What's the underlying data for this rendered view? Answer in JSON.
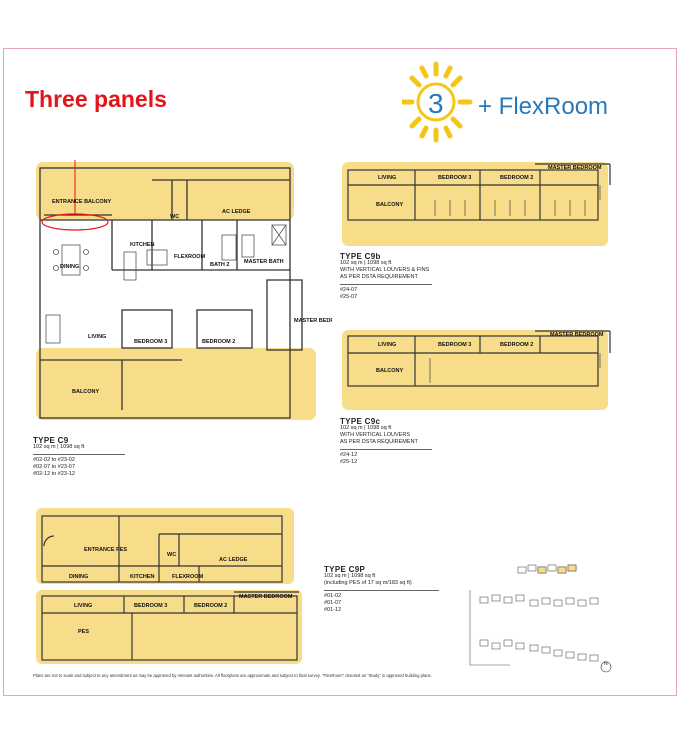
{
  "annotation": "Three panels",
  "logo": {
    "number": "3",
    "text": "+ FlexRoom"
  },
  "labels": {
    "entrance_balcony": "ENTRANCE BALCONY",
    "wc": "WC",
    "ac_ledge": "AC LEDGE",
    "kitchen": "KITCHEN",
    "dining": "DINING",
    "flexroom": "FLEXROOM",
    "bath2": "BATH 2",
    "master_bath": "MASTER BATH",
    "master_bedroom": "MASTER BEDROOM",
    "living": "LIVING",
    "bedroom3": "BEDROOM 3",
    "bedroom2": "BEDROOM 2",
    "balcony": "BALCONY",
    "entrance_pes": "ENTRANCE PES",
    "pes": "PES"
  },
  "types": {
    "c9": {
      "name": "TYPE C9",
      "area": "102 sq m | 1098 sq ft",
      "units": [
        "#02-02 to #23-02",
        "#02-07 to #23-07",
        "#02-12 to #23-12"
      ]
    },
    "c9b": {
      "name": "TYPE C9b",
      "area": "102 sq m | 1098 sq ft",
      "desc": [
        "WITH VERTICAL LOUVERS & FINS",
        "AS PER DSTA REQUIREMENT"
      ],
      "units": [
        "#24-07",
        "#25-07"
      ]
    },
    "c9c": {
      "name": "TYPE C9c",
      "area": "102 sq m | 1098 sq ft",
      "desc": [
        "WITH VERTICAL LOUVERS",
        "AS PER DSTA REQUIREMENT"
      ],
      "units": [
        "#24-12",
        "#25-12"
      ]
    },
    "c9p": {
      "name": "TYPE C9P",
      "area": "102 sq m | 1098 sq ft",
      "area2": "(including PES of 17 sq m/183 sq ft)",
      "units": [
        "#01-02",
        "#01-07",
        "#01-12"
      ]
    }
  },
  "site_plan": {
    "north": "N"
  },
  "disclaimer": "Plans are not to scale and subject to any amendment as may be approved by relevant authorities. All floorplans are approximate and subject to final survey. \"FlexRoom\" denoted as \"Study\" in approved building plans.",
  "colors": {
    "yellow": "#f7dc8a",
    "annotation_red": "#e4141b",
    "logo_blue": "#2a78b8",
    "logo_sun": "#f5c518"
  }
}
